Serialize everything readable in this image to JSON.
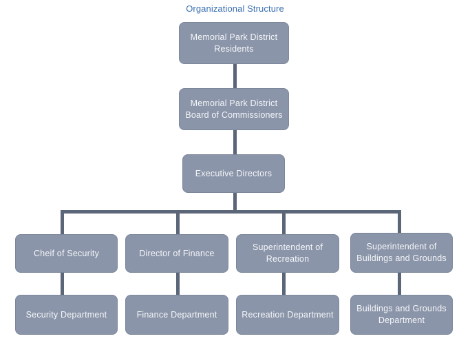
{
  "title": "Organizational Structure",
  "nodes": {
    "residents": "Memorial Park District Residents",
    "board": "Memorial Park District Board of Commissioners",
    "executive": "Executive Directors",
    "security_chief": "Cheif of Security",
    "finance_director": "Director of Finance",
    "recreation_super": "Superintendent of Recreation",
    "buildings_super": "Superintendent of Buildings and Grounds",
    "security_dept": "Security Department",
    "finance_dept": "Finance Department",
    "recreation_dept": "Recreation Department",
    "buildings_dept": "Buildings and Grounds Department"
  },
  "colors": {
    "node_fill": "#8b95a9",
    "node_text": "#f4f6f9",
    "connector": "#5b6679",
    "title": "#3b6fb0"
  }
}
